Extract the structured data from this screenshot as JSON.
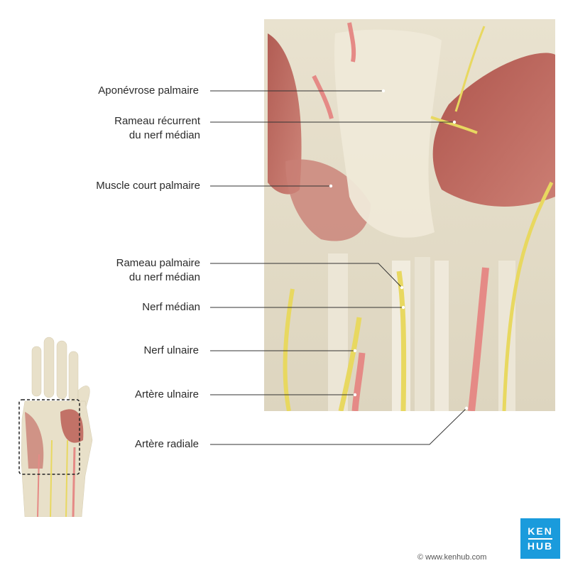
{
  "labels": [
    {
      "id": "palmar-aponeurosis",
      "lines": [
        "Aponévrose palmaire"
      ]
    },
    {
      "id": "recurrent-branch-median-nerve",
      "lines": [
        "Rameau récurrent",
        "du nerf médian"
      ]
    },
    {
      "id": "palmaris-brevis",
      "lines": [
        "Muscle court palmaire"
      ]
    },
    {
      "id": "palmar-branch-median-nerve",
      "lines": [
        "Rameau palmaire",
        "du nerf médian"
      ]
    },
    {
      "id": "median-nerve",
      "lines": [
        "Nerf médian"
      ]
    },
    {
      "id": "ulnar-nerve",
      "lines": [
        "Nerf ulnaire"
      ]
    },
    {
      "id": "ulnar-artery",
      "lines": [
        "Artère ulnaire"
      ]
    },
    {
      "id": "radial-artery",
      "lines": [
        "Artère radiale"
      ]
    }
  ],
  "logo": {
    "line1": "KEN",
    "line2": "HUB",
    "color": "#1a9bdc"
  },
  "credit": "© www.kenhub.com",
  "colors": {
    "nerve": "#e8d860",
    "artery": "#e58a86",
    "muscle": "#b8564f",
    "tendon": "#ece6d6"
  }
}
